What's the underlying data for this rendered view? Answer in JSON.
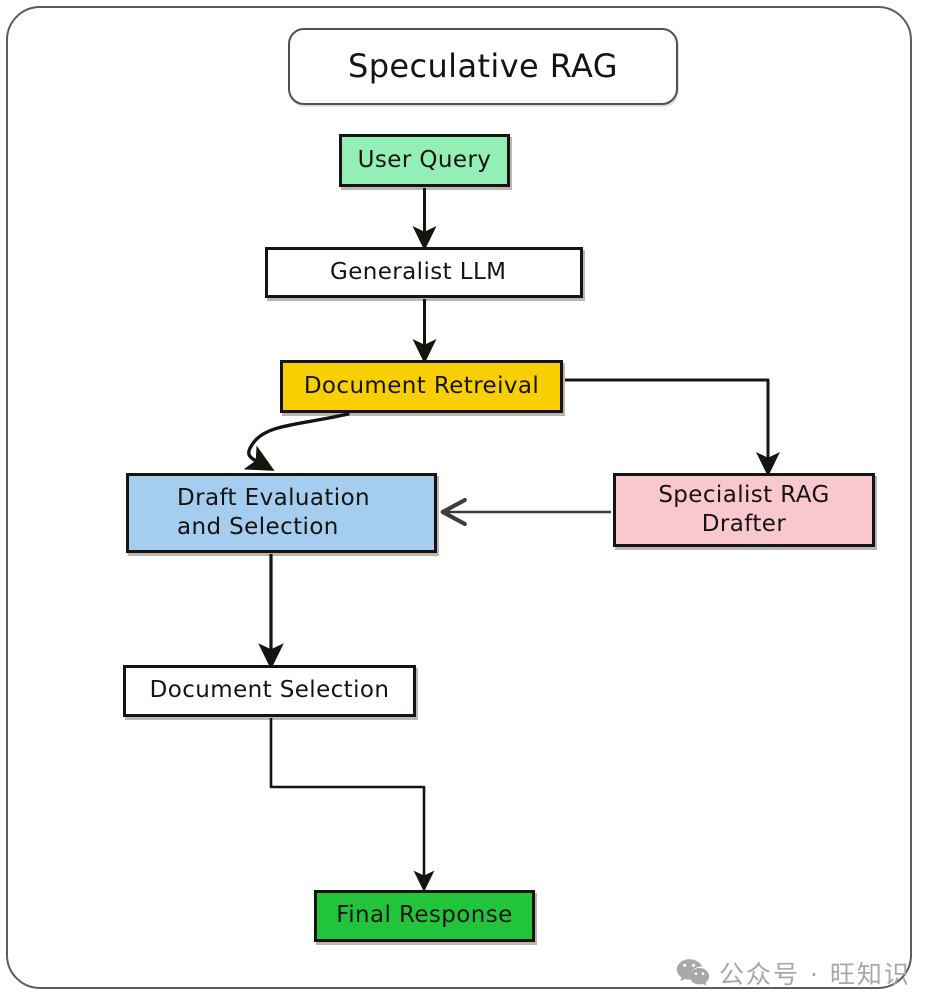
{
  "diagram": {
    "title": "Speculative RAG",
    "nodes": [
      {
        "id": "user-query",
        "label": "User Query",
        "color": "#93efb5"
      },
      {
        "id": "generalist-llm",
        "label": "Generalist LLM",
        "color": "#ffffff"
      },
      {
        "id": "document-retrieval",
        "label": "Document Retreival",
        "color": "#f8d001"
      },
      {
        "id": "draft-evaluation",
        "label": "Draft Evaluation\nand Selection",
        "color": "#a4cdef"
      },
      {
        "id": "specialist-drafter",
        "label": "Specialist RAG\nDrafter",
        "color": "#f9c8cf"
      },
      {
        "id": "document-selection",
        "label": "Document Selection",
        "color": "#ffffff"
      },
      {
        "id": "final-response",
        "label": "Final Response",
        "color": "#22c43c"
      }
    ],
    "edges": [
      {
        "from": "user-query",
        "to": "generalist-llm",
        "style": "straight-down"
      },
      {
        "from": "generalist-llm",
        "to": "document-retrieval",
        "style": "straight-down"
      },
      {
        "from": "document-retrieval",
        "to": "draft-evaluation",
        "style": "curved-down-left"
      },
      {
        "from": "document-retrieval",
        "to": "specialist-drafter",
        "style": "right-then-down"
      },
      {
        "from": "specialist-drafter",
        "to": "draft-evaluation",
        "style": "straight-left"
      },
      {
        "from": "draft-evaluation",
        "to": "document-selection",
        "style": "straight-down"
      },
      {
        "from": "document-selection",
        "to": "final-response",
        "style": "down-right-down"
      }
    ],
    "stroke_color": "#17140f",
    "frame_color": "#5c5c5c"
  },
  "watermark": {
    "text": "公众号 · 旺知识",
    "icon": "wechat-icon",
    "color": "#a8a8a8"
  }
}
